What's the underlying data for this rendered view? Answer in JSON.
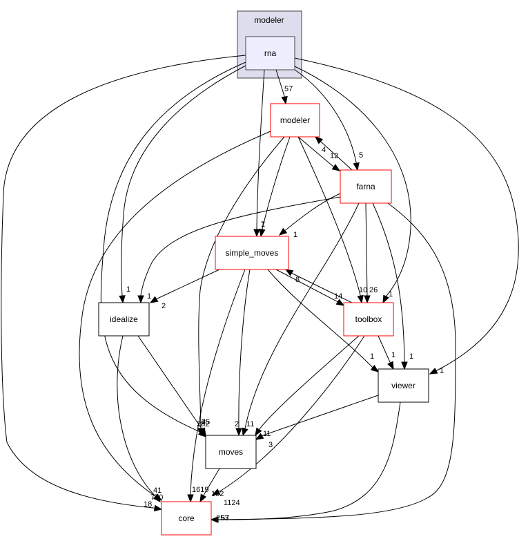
{
  "diagram": {
    "type": "directory-dependency-graph",
    "cluster": {
      "id": "cluster",
      "label": "modeler",
      "fill": "#dddded",
      "stroke": "#444444"
    },
    "nodes": [
      {
        "id": "rna",
        "label": "rna",
        "kind": "current",
        "fill": "#eeeeff",
        "stroke": "#444444"
      },
      {
        "id": "modeler",
        "label": "modeler",
        "kind": "truncated",
        "fill": "#ffffff",
        "stroke": "#ff0000"
      },
      {
        "id": "farna",
        "label": "farna",
        "kind": "truncated",
        "fill": "#ffffff",
        "stroke": "#ff0000"
      },
      {
        "id": "simple_moves",
        "label": "simple_moves",
        "kind": "truncated",
        "fill": "#ffffff",
        "stroke": "#ff0000"
      },
      {
        "id": "toolbox",
        "label": "toolbox",
        "kind": "truncated",
        "fill": "#ffffff",
        "stroke": "#ff0000"
      },
      {
        "id": "idealize",
        "label": "idealize",
        "kind": "normal",
        "fill": "#ffffff",
        "stroke": "#000000"
      },
      {
        "id": "viewer",
        "label": "viewer",
        "kind": "normal",
        "fill": "#ffffff",
        "stroke": "#000000"
      },
      {
        "id": "moves",
        "label": "moves",
        "kind": "normal",
        "fill": "#ffffff",
        "stroke": "#000000"
      },
      {
        "id": "core",
        "label": "core",
        "kind": "truncated",
        "fill": "#ffffff",
        "stroke": "#ff0000"
      }
    ],
    "edges": [
      {
        "from": "rna",
        "to": "modeler",
        "label": "57"
      },
      {
        "from": "rna",
        "to": "farna",
        "label": "5"
      },
      {
        "from": "rna",
        "to": "simple_moves",
        "label": "7"
      },
      {
        "from": "rna",
        "to": "toolbox",
        "label": "1"
      },
      {
        "from": "rna",
        "to": "idealize",
        "label": "1"
      },
      {
        "from": "rna",
        "to": "viewer",
        "label": "1"
      },
      {
        "from": "rna",
        "to": "moves",
        "label": "25"
      },
      {
        "from": "rna",
        "to": "core",
        "label": "18"
      },
      {
        "from": "modeler",
        "to": "farna",
        "label": "12"
      },
      {
        "from": "farna",
        "to": "modeler",
        "label": "4"
      },
      {
        "from": "modeler",
        "to": "simple_moves",
        "label": "1"
      },
      {
        "from": "modeler",
        "to": "toolbox",
        "label": "10"
      },
      {
        "from": "modeler",
        "to": "moves",
        "label": "282"
      },
      {
        "from": "modeler",
        "to": "core",
        "label": "770"
      },
      {
        "from": "farna",
        "to": "simple_moves",
        "label": "1"
      },
      {
        "from": "farna",
        "to": "toolbox",
        "label": "26"
      },
      {
        "from": "farna",
        "to": "idealize",
        "label": "1"
      },
      {
        "from": "farna",
        "to": "viewer",
        "label": "1"
      },
      {
        "from": "farna",
        "to": "moves",
        "label": "11"
      },
      {
        "from": "farna",
        "to": "core",
        "label": "253"
      },
      {
        "from": "simple_moves",
        "to": "toolbox",
        "label": "14"
      },
      {
        "from": "toolbox",
        "to": "simple_moves",
        "label": "8"
      },
      {
        "from": "simple_moves",
        "to": "idealize",
        "label": "2"
      },
      {
        "from": "simple_moves",
        "to": "viewer",
        "label": "1"
      },
      {
        "from": "simple_moves",
        "to": "moves",
        "label": "2"
      },
      {
        "from": "simple_moves",
        "to": "core",
        "label": "1619"
      },
      {
        "from": "toolbox",
        "to": "viewer",
        "label": "1"
      },
      {
        "from": "toolbox",
        "to": "moves",
        "label": "11"
      },
      {
        "from": "toolbox",
        "to": "core",
        "label": "1124"
      },
      {
        "from": "idealize",
        "to": "moves",
        "label": "4"
      },
      {
        "from": "idealize",
        "to": "core",
        "label": "41"
      },
      {
        "from": "viewer",
        "to": "moves",
        "label": "3"
      },
      {
        "from": "viewer",
        "to": "core",
        "label": "67"
      },
      {
        "from": "moves",
        "to": "core",
        "label": "132"
      }
    ]
  }
}
